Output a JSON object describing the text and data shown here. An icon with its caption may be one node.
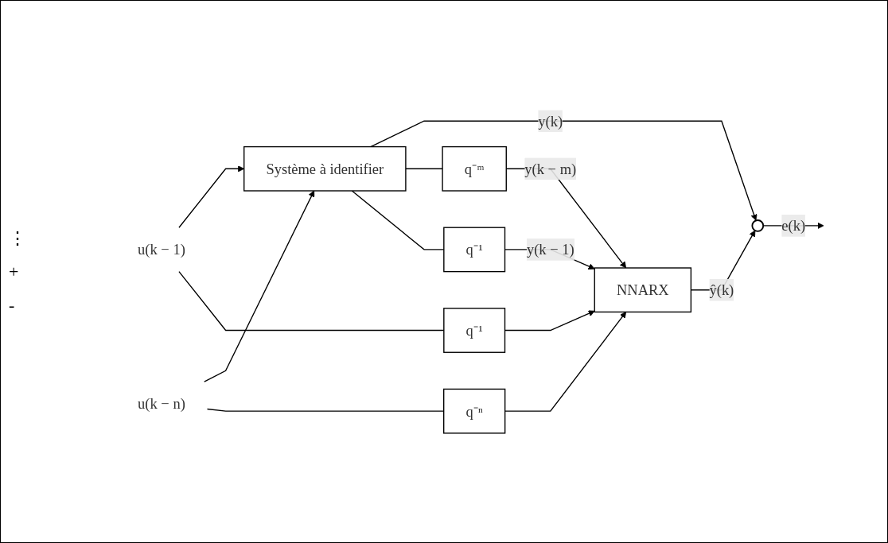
{
  "diagram": {
    "nodes": [
      {
        "text": [
          "u(k − 1)"
        ]
      },
      {
        "text": [
          "u(k − n)"
        ]
      },
      {
        "text": [
          "Système à identifier"
        ]
      },
      {
        "text": [
          "q⁻¹"
        ]
      },
      {
        "text": [
          "q⁻ⁿ"
        ]
      },
      {
        "text": [
          "NNARX"
        ]
      },
      {
        "text": [],
        "shape": "circle"
      },
      {
        "text": [
          "q⁻ᵐ"
        ]
      },
      {
        "text": [
          "q⁻¹"
        ]
      }
    ],
    "edges": [
      {
        "from": 0,
        "to": 2,
        "arrow": "to"
      },
      {
        "from": 1,
        "to": 2,
        "arrow": "to"
      },
      {
        "from": 0,
        "to": 3,
        "arrow": "none"
      },
      {
        "from": 1,
        "to": 4,
        "arrow": "none"
      },
      {
        "from": 3,
        "to": 5,
        "arrow": "to"
      },
      {
        "from": 4,
        "to": 5,
        "arrow": "to"
      },
      {
        "from": 2,
        "to": 6,
        "arrow": "to",
        "label": "y(k)"
      },
      {
        "from": 5,
        "to": 6,
        "arrow": "to",
        "label": "ŷ(k)"
      },
      {
        "from": 6,
        "to": null,
        "arrow": "to",
        "label": "e(k)"
      },
      {
        "from": 2,
        "to": 7,
        "arrow": "none"
      },
      {
        "from": 2,
        "to": 8,
        "arrow": "none"
      },
      {
        "from": 7,
        "to": 5,
        "arrow": "to",
        "label": "y(k − m)"
      },
      {
        "from": 8,
        "to": 5,
        "arrow": "to",
        "label": "y(k − 1)"
      }
    ],
    "labels": [
      "⋮",
      "+",
      "-"
    ]
  }
}
